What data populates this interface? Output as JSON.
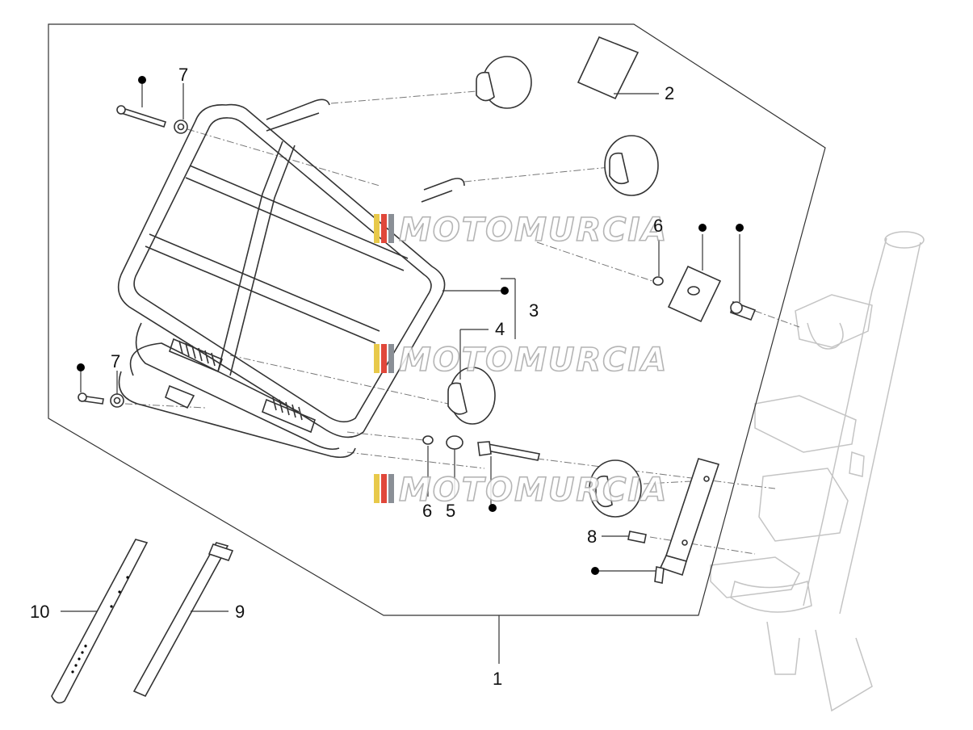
{
  "callouts": {
    "c1": "1",
    "c2": "2",
    "c3": "3",
    "c4": "4",
    "c5": "5",
    "c6a": "6",
    "c6b": "6",
    "c7a": "7",
    "c7b": "7",
    "c8": "8",
    "c9": "9",
    "c10": "10"
  },
  "watermark": {
    "text": "MOTOMURCIA",
    "stripe_colors": [
      "#e8c94a",
      "#e0473a",
      "#8a8f96"
    ]
  },
  "colors": {
    "line": "#333333",
    "ghost": "#c4c4c4",
    "dot": "#000000"
  }
}
